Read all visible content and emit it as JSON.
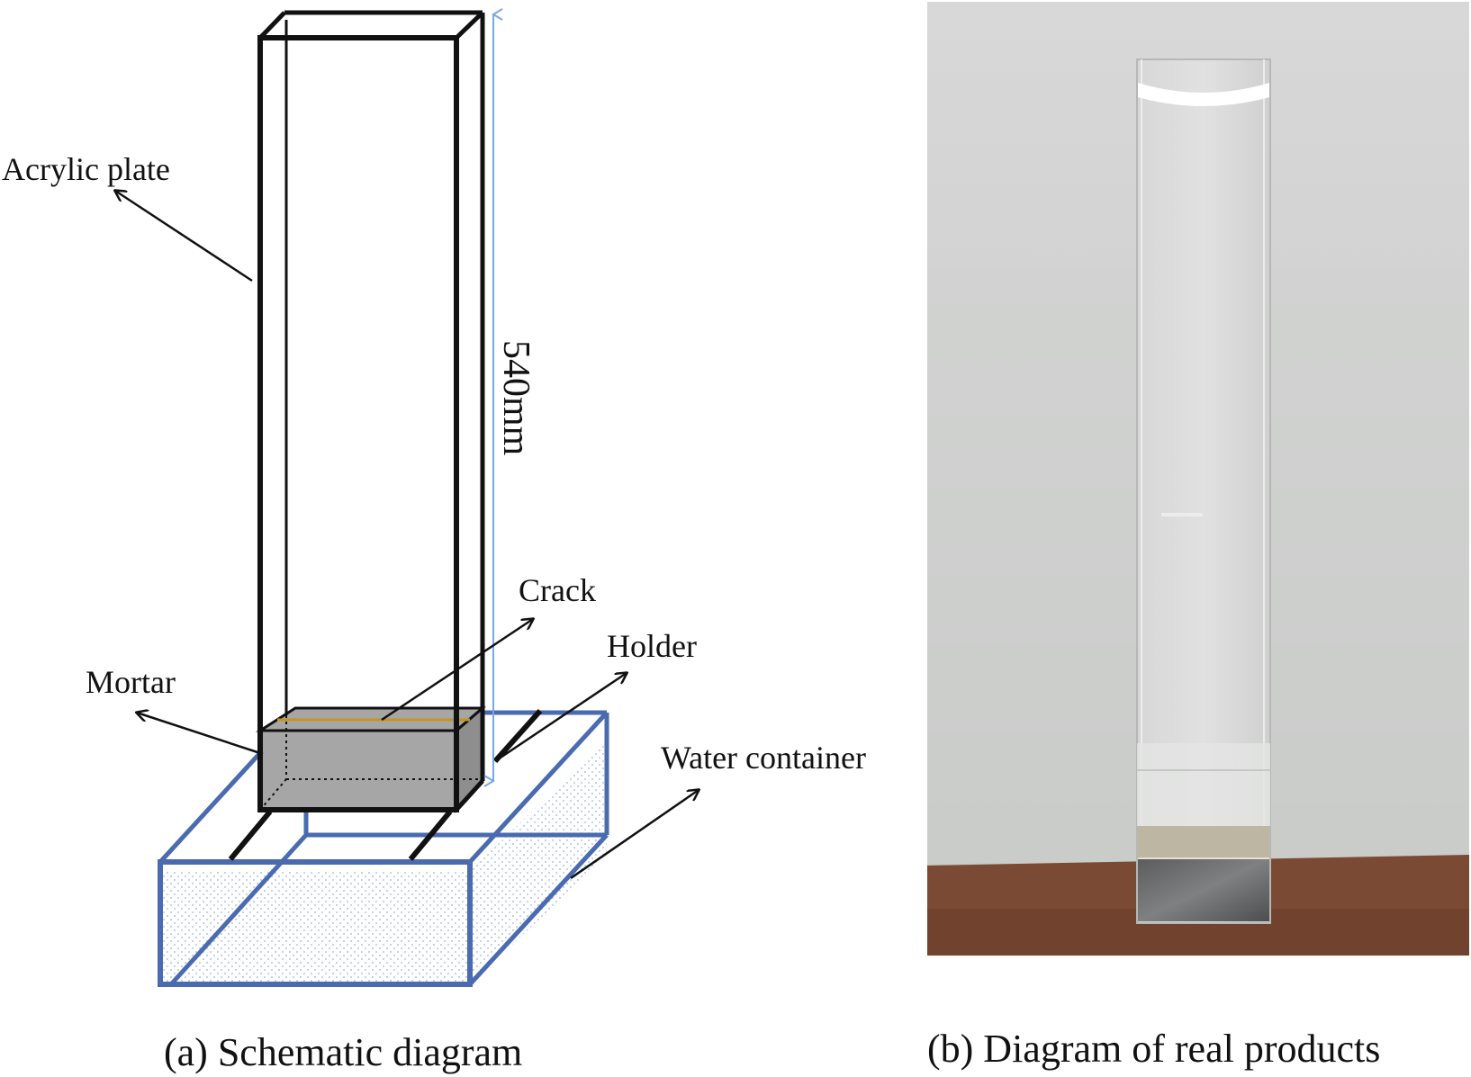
{
  "schematic": {
    "labels": {
      "acrylic_plate": "Acrylic plate",
      "dimension": "540mm",
      "crack": "Crack",
      "holder": "Holder",
      "mortar": "Mortar",
      "water_container": "Water container"
    },
    "caption": "(a) Schematic diagram"
  },
  "photo": {
    "caption": "(b) Diagram of real products"
  },
  "colors": {
    "container": "#4a6bb0",
    "dimension_line": "#7aa6e6",
    "mortar": "#a6a6a6",
    "crack": "#c8941a",
    "floor": "#7a4a34"
  }
}
